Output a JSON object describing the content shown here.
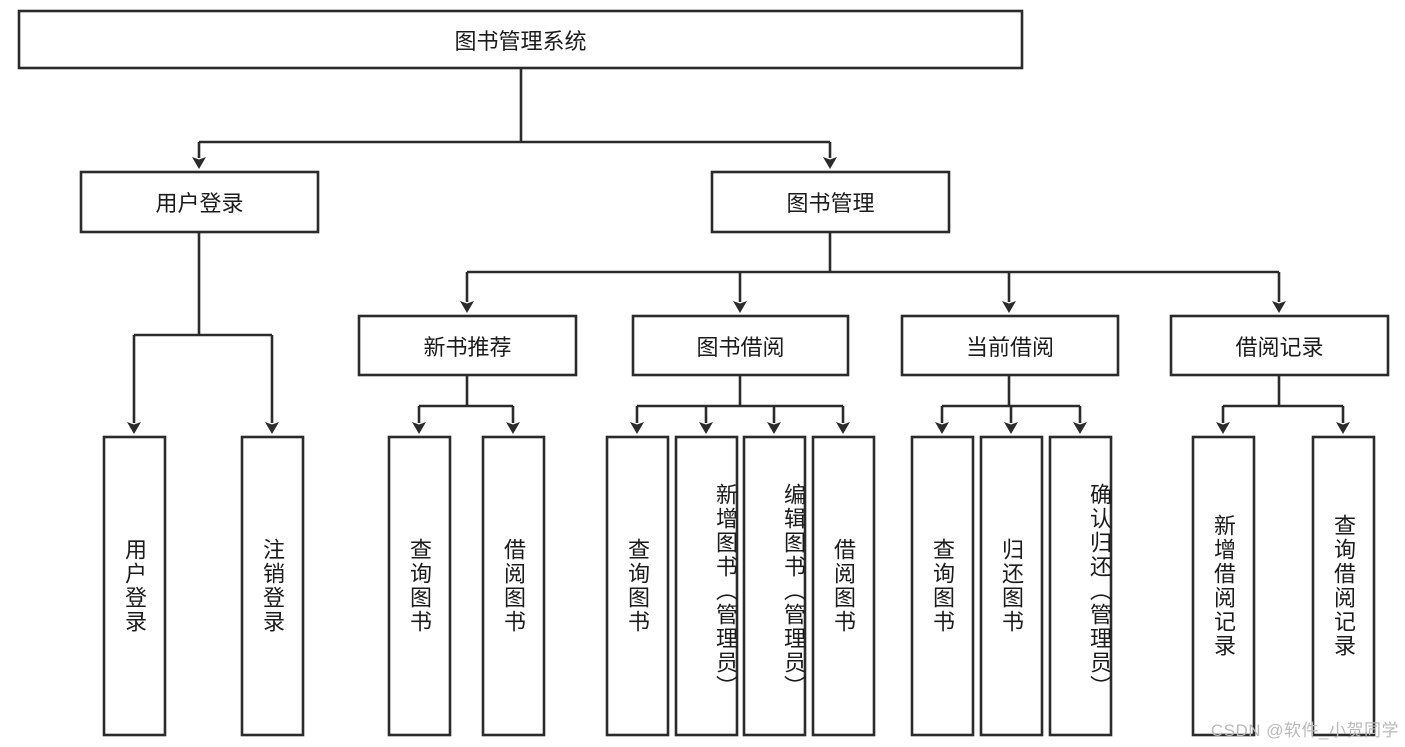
{
  "diagram": {
    "title": "图书管理系统",
    "type": "tree-hierarchy-diagram",
    "watermark": "CSDN @软件_小贺同学",
    "colors": {
      "box_stroke": "#2b2b2b",
      "box_fill": "#ffffff",
      "text": "#1b1b1b",
      "background": "#ffffff",
      "watermark": "#b9b9b9"
    },
    "root": {
      "label": "图书管理系统"
    },
    "level2": [
      {
        "label": "用户登录"
      },
      {
        "label": "图书管理"
      }
    ],
    "level3": [
      {
        "label": "新书推荐"
      },
      {
        "label": "图书借阅"
      },
      {
        "label": "当前借阅"
      },
      {
        "label": "借阅记录"
      }
    ],
    "leaves": {
      "user_login": [
        {
          "label": "用户登录"
        },
        {
          "label": "注销登录"
        }
      ],
      "new_book_recommend": [
        {
          "label": "查询图书"
        },
        {
          "label": "借阅图书"
        }
      ],
      "book_borrow": [
        {
          "label": "查询图书"
        },
        {
          "label": "新增图书（管理员）"
        },
        {
          "label": "编辑图书（管理员）"
        },
        {
          "label": "借阅图书"
        }
      ],
      "current_borrow": [
        {
          "label": "查询图书"
        },
        {
          "label": "归还图书"
        },
        {
          "label": "确认归还（管理员）"
        }
      ],
      "borrow_record": [
        {
          "label": "新增借阅记录"
        },
        {
          "label": "查询借阅记录"
        }
      ]
    }
  }
}
